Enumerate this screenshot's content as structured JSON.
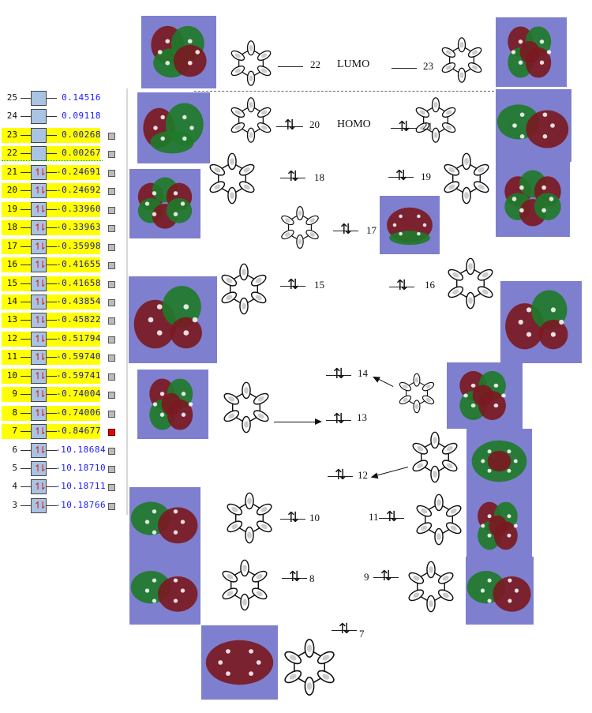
{
  "orbital_panel": {
    "rows": [
      {
        "index": "25",
        "energy": "0.14516",
        "occupied": false,
        "highlighted": false,
        "checkbox": null
      },
      {
        "index": "24",
        "energy": "0.09118",
        "occupied": false,
        "highlighted": false,
        "checkbox": null
      },
      {
        "index": "23",
        "energy": "0.00268",
        "occupied": false,
        "highlighted": true,
        "checkbox": "off"
      },
      {
        "index": "22",
        "energy": "0.00267",
        "occupied": false,
        "highlighted": true,
        "checkbox": "off"
      },
      {
        "index": "21",
        "energy": "-0.24691",
        "occupied": true,
        "highlighted": true,
        "checkbox": "off"
      },
      {
        "index": "20",
        "energy": "-0.24692",
        "occupied": true,
        "highlighted": true,
        "checkbox": "off"
      },
      {
        "index": "19",
        "energy": "-0.33960",
        "occupied": true,
        "highlighted": true,
        "checkbox": "off"
      },
      {
        "index": "18",
        "energy": "-0.33963",
        "occupied": true,
        "highlighted": true,
        "checkbox": "off"
      },
      {
        "index": "17",
        "energy": "-0.35998",
        "occupied": true,
        "highlighted": true,
        "checkbox": "off"
      },
      {
        "index": "16",
        "energy": "-0.41655",
        "occupied": true,
        "highlighted": true,
        "checkbox": "off"
      },
      {
        "index": "15",
        "energy": "-0.41658",
        "occupied": true,
        "highlighted": true,
        "checkbox": "off"
      },
      {
        "index": "14",
        "energy": "-0.43854",
        "occupied": true,
        "highlighted": true,
        "checkbox": "off"
      },
      {
        "index": "13",
        "energy": "-0.45822",
        "occupied": true,
        "highlighted": true,
        "checkbox": "off"
      },
      {
        "index": "12",
        "energy": "-0.51794",
        "occupied": true,
        "highlighted": true,
        "checkbox": "off"
      },
      {
        "index": "11",
        "energy": "-0.59740",
        "occupied": true,
        "highlighted": true,
        "checkbox": "off"
      },
      {
        "index": "10",
        "energy": "-0.59741",
        "occupied": true,
        "highlighted": true,
        "checkbox": "off"
      },
      {
        "index": "9",
        "energy": "-0.74004",
        "occupied": true,
        "highlighted": true,
        "checkbox": "off"
      },
      {
        "index": "8",
        "energy": "-0.74006",
        "occupied": true,
        "highlighted": true,
        "checkbox": "off"
      },
      {
        "index": "7",
        "energy": "-0.84677",
        "occupied": true,
        "highlighted": true,
        "checkbox": "on"
      },
      {
        "index": "6",
        "energy": "-10.18684",
        "occupied": true,
        "highlighted": false,
        "checkbox": "off"
      },
      {
        "index": "5",
        "energy": "-10.18710",
        "occupied": true,
        "highlighted": false,
        "checkbox": "off"
      },
      {
        "index": "4",
        "energy": "-10.18711",
        "occupied": true,
        "highlighted": false,
        "checkbox": "off"
      },
      {
        "index": "3",
        "energy": "-10.18766",
        "occupied": true,
        "highlighted": false,
        "checkbox": "off"
      }
    ],
    "arrows_glyph": "↿⇂"
  },
  "diagram": {
    "lumo_label": "LUMO",
    "homo_label": "HOMO",
    "pair_glyph": "⇅",
    "levels": [
      {
        "mo": "22",
        "occupied": false
      },
      {
        "mo": "23",
        "occupied": false
      },
      {
        "mo": "20",
        "occupied": true
      },
      {
        "mo": "21",
        "occupied": true
      },
      {
        "mo": "18",
        "occupied": true
      },
      {
        "mo": "19",
        "occupied": true
      },
      {
        "mo": "17",
        "occupied": true
      },
      {
        "mo": "15",
        "occupied": true
      },
      {
        "mo": "16",
        "occupied": true
      },
      {
        "mo": "14",
        "occupied": true
      },
      {
        "mo": "13",
        "occupied": true
      },
      {
        "mo": "12",
        "occupied": true
      },
      {
        "mo": "10",
        "occupied": true
      },
      {
        "mo": "11",
        "occupied": true
      },
      {
        "mo": "8",
        "occupied": true
      },
      {
        "mo": "9",
        "occupied": true
      },
      {
        "mo": "7",
        "occupied": true
      }
    ]
  },
  "colors": {
    "highlight": "#ffff00",
    "energy_text": "#1a1aff",
    "orbital_box": "#a9c3e3",
    "electron_arrow": "#e01010",
    "mo_background": "#7f7fcf",
    "lobe_positive": "#7a1a22",
    "lobe_negative": "#1f7a2a",
    "selected_checkbox": "#ee0000"
  }
}
